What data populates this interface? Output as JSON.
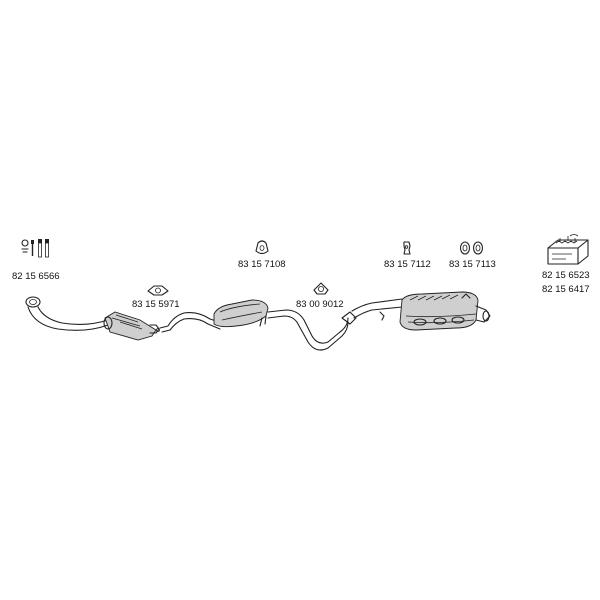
{
  "parts": [
    {
      "id": "bolt-kit",
      "number": "82 15 6566"
    },
    {
      "id": "gasket-front",
      "number": "83 15 5971"
    },
    {
      "id": "rubber-ring-mid",
      "number": "83 15 7108"
    },
    {
      "id": "gasket-mid",
      "number": "83 00 9012"
    },
    {
      "id": "rubber-hanger-rear",
      "number": "83 15 7112"
    },
    {
      "id": "rubber-rings-rear",
      "number": "83 15 7113"
    },
    {
      "id": "mounting-kit-a",
      "number": "82 15 6523"
    },
    {
      "id": "mounting-kit-b",
      "number": "82 15 6417"
    }
  ]
}
